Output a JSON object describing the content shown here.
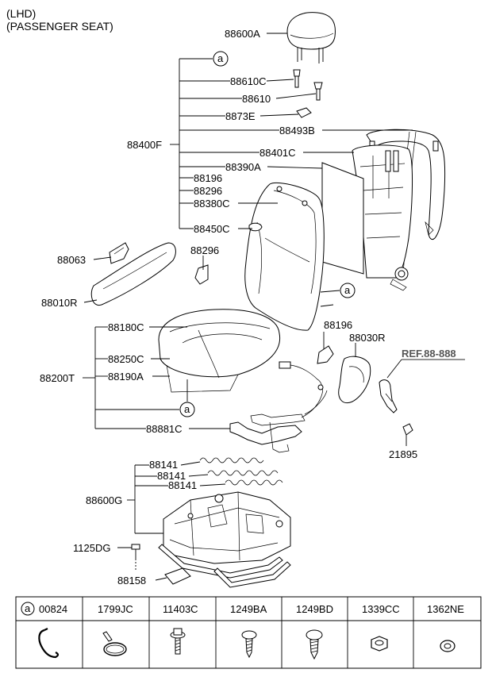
{
  "header": {
    "line1": "(LHD)",
    "line2": "(PASSENGER SEAT)"
  },
  "callout_marker": "a",
  "labels": {
    "headrest": "88600A",
    "guide_c": "88610C",
    "guide": "88610",
    "clip_e": "8873E",
    "frame_b": "88493B",
    "back_assy": "88400F",
    "frame_c": "88401C",
    "pad_a": "88390A",
    "item_88196": "88196",
    "item_88296": "88296",
    "cover_c": "88380C",
    "cover_450c": "88450C",
    "knob": "88063",
    "shield_r": "88010R",
    "shield_296": "88296",
    "cush_cover": "88180C",
    "cush_250c": "88250C",
    "cush_assy": "88200T",
    "cush_pad": "88190A",
    "item_88196_b": "88196",
    "cover_030r": "88030R",
    "ref": "REF.88-888",
    "bolt_21895": "21895",
    "harness": "88881C",
    "spring_1": "88141",
    "spring_2": "88141",
    "spring_3": "88141",
    "track": "88600G",
    "bolt_1125": "1125DG",
    "cover_158": "88158"
  },
  "parts_table": {
    "headers": [
      "00824",
      "1799JC",
      "11403C",
      "1249BA",
      "1249BD",
      "1339CC",
      "1362NE"
    ],
    "icons": [
      "hook-clip-icon",
      "cable-tie-icon",
      "flange-bolt-icon",
      "tapping-screw-icon",
      "screw-icon",
      "nut-icon",
      "washer-icon"
    ]
  }
}
